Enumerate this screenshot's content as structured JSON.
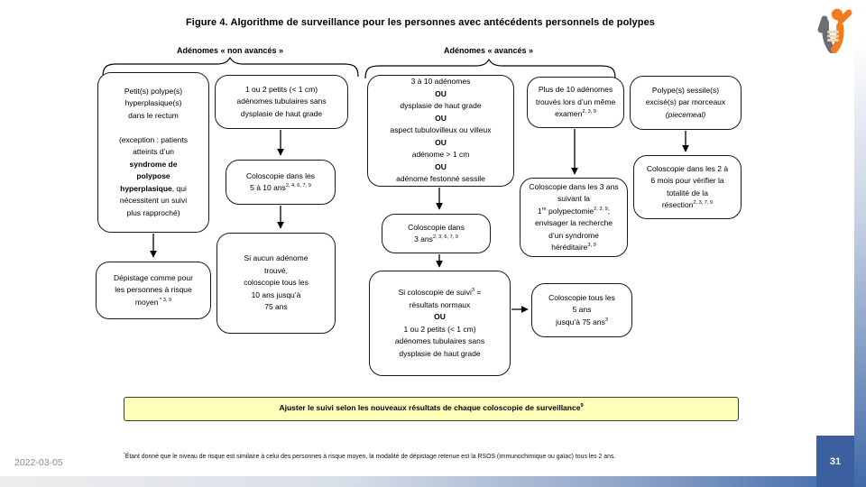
{
  "slide": {
    "title": "Figure 4. Algorithme de surveillance pour les personnes avec antécédents personnels de polypes",
    "date": "2022-03-05",
    "page_number": "31"
  },
  "groups": {
    "non_advanced_label": "Adénomes « non avancés »",
    "advanced_label": "Adénomes « avancés »"
  },
  "boxes": {
    "hyperplastic": {
      "lines": [
        [
          {
            "t": "Petit(s) polype(s)"
          }
        ],
        [
          {
            "t": "hyperplasique(s)"
          }
        ],
        [
          {
            "t": "dans le rectum"
          }
        ],
        [],
        [
          {
            "t": "(exception : patients"
          }
        ],
        [
          {
            "t": "atteints d’un"
          }
        ],
        [
          {
            "t": "syndrome de",
            "b": true
          }
        ],
        [
          {
            "t": "polypose",
            "b": true
          }
        ],
        [
          {
            "t": "hyperplasique",
            "b": true
          },
          {
            "t": ", qui"
          }
        ],
        [
          {
            "t": "nécessitent un suivi"
          }
        ],
        [
          {
            "t": "plus rapproché)"
          }
        ]
      ]
    },
    "small_adenomas": {
      "lines": [
        [
          {
            "t": "1 ou 2 petits (< 1 cm)"
          }
        ],
        [
          {
            "t": "adénomes tubulaires sans"
          }
        ],
        [
          {
            "t": "dysplasie de haut grade"
          }
        ]
      ]
    },
    "colo_5_10": {
      "lines": [
        [
          {
            "t": "Coloscopie dans les"
          }
        ],
        [
          {
            "t": "5 à 10 ans"
          },
          {
            "t": "2, 4, 6, 7, 9",
            "sup": true
          }
        ]
      ]
    },
    "no_adenoma": {
      "lines": [
        [
          {
            "t": "Si aucun adénome"
          }
        ],
        [
          {
            "t": "trouvé,"
          }
        ],
        [
          {
            "t": "coloscopie tous les"
          }
        ],
        [
          {
            "t": "10 ans jusqu’à"
          }
        ],
        [
          {
            "t": "75 ans"
          }
        ]
      ]
    },
    "average_risk": {
      "lines": [
        [
          {
            "t": "Dépistage comme pour"
          }
        ],
        [
          {
            "t": "les personnes à risque"
          }
        ],
        [
          {
            "t": "moyen"
          },
          {
            "t": " * 3, 9",
            "sup": true
          }
        ]
      ]
    },
    "advanced_criteria": {
      "lines": [
        [
          {
            "t": "3 à 10 adénomes"
          }
        ],
        [
          {
            "t": "OU",
            "b": true
          }
        ],
        [
          {
            "t": "dysplasie de haut grade"
          }
        ],
        [
          {
            "t": "OU",
            "b": true
          }
        ],
        [
          {
            "t": "aspect tubulovilleux ou villeux"
          }
        ],
        [
          {
            "t": "OU",
            "b": true
          }
        ],
        [
          {
            "t": "adénome > 1 cm"
          }
        ],
        [
          {
            "t": "OU",
            "b": true
          }
        ],
        [
          {
            "t": "adénome festonné sessile"
          }
        ]
      ]
    },
    "colo_3": {
      "lines": [
        [
          {
            "t": "Coloscopie dans"
          }
        ],
        [
          {
            "t": "3 ans"
          },
          {
            "t": "2, 3, 6, 7, 9",
            "sup": true
          }
        ]
      ]
    },
    "followup_normal": {
      "lines": [
        [
          {
            "t": "Si coloscopie de suivi"
          },
          {
            "t": "3",
            "sup": true
          },
          {
            "t": " ="
          }
        ],
        [
          {
            "t": "résultats normaux"
          }
        ],
        [
          {
            "t": "OU",
            "b": true
          }
        ],
        [
          {
            "t": "1 ou 2 petits (< 1 cm)"
          }
        ],
        [
          {
            "t": "adénomes tubulaires sans"
          }
        ],
        [
          {
            "t": "dysplasie de haut grade"
          }
        ]
      ]
    },
    "more_than_10": {
      "lines": [
        [
          {
            "t": "Plus de 10 adénomes"
          }
        ],
        [
          {
            "t": "trouvés lors d’un même"
          }
        ],
        [
          {
            "t": "examen"
          },
          {
            "t": "2, 3, 9",
            "sup": true
          }
        ]
      ]
    },
    "polypectomy": {
      "lines": [
        [
          {
            "t": "Coloscopie dans les 3 ans"
          }
        ],
        [
          {
            "t": "suivant la"
          }
        ],
        [
          {
            "t": "1"
          },
          {
            "t": "re",
            "sup": true
          },
          {
            "t": " polypectomie"
          },
          {
            "t": "2, 3, 9",
            "sup": true
          },
          {
            "t": ";"
          }
        ],
        [
          {
            "t": "envisager la recherche"
          }
        ],
        [
          {
            "t": "d’un syndrome"
          }
        ],
        [
          {
            "t": "héréditaire"
          },
          {
            "t": "3, 9",
            "sup": true
          }
        ]
      ]
    },
    "colo_5": {
      "lines": [
        [
          {
            "t": "Coloscopie tous les"
          }
        ],
        [
          {
            "t": "5 ans"
          }
        ],
        [
          {
            "t": "jusqu’à 75 ans"
          },
          {
            "t": "3",
            "sup": true
          }
        ]
      ]
    },
    "sessile": {
      "lines": [
        [
          {
            "t": "Polype(s) sessile(s)"
          }
        ],
        [
          {
            "t": "excisé(s) par morceaux"
          }
        ],
        [
          {
            "t": "(piecemeal)",
            "i": true
          }
        ]
      ]
    },
    "colo_2_6": {
      "lines": [
        [
          {
            "t": "Coloscopie dans les 2 à"
          }
        ],
        [
          {
            "t": "6 mois pour vérifier la"
          }
        ],
        [
          {
            "t": "totalité de la"
          }
        ],
        [
          {
            "t": "résection"
          },
          {
            "t": "2, 3, 7, 9",
            "sup": true
          }
        ]
      ]
    }
  },
  "banner": {
    "lines": [
      [
        {
          "t": "Ajuster le suivi selon les nouveaux résultats de chaque coloscopie de surveillance",
          "b": true
        },
        {
          "t": "9",
          "b": true,
          "sup": true
        }
      ]
    ]
  },
  "footnote": {
    "lines": [
      [
        {
          "t": "*",
          "sup": true
        },
        {
          "t": "Étant donné que le niveau de risque est similaire à celui des personnes à risque moyen, la modalité de dépistage retenue est la RSOS (immunochimique ou gaïac) tous les 2 ans."
        }
      ]
    ]
  },
  "colors": {
    "accent_blue": "#3f69a8",
    "page_box_blue": "#3b5f9f",
    "banner_yellow": "#ffffbc",
    "logo_orange": "#f47b20",
    "logo_grey": "#6d6e71",
    "date_grey": "#8a8a8a"
  },
  "icons": {
    "logo": "person-raising-arm-logo",
    "arrows": "flow-arrow"
  }
}
